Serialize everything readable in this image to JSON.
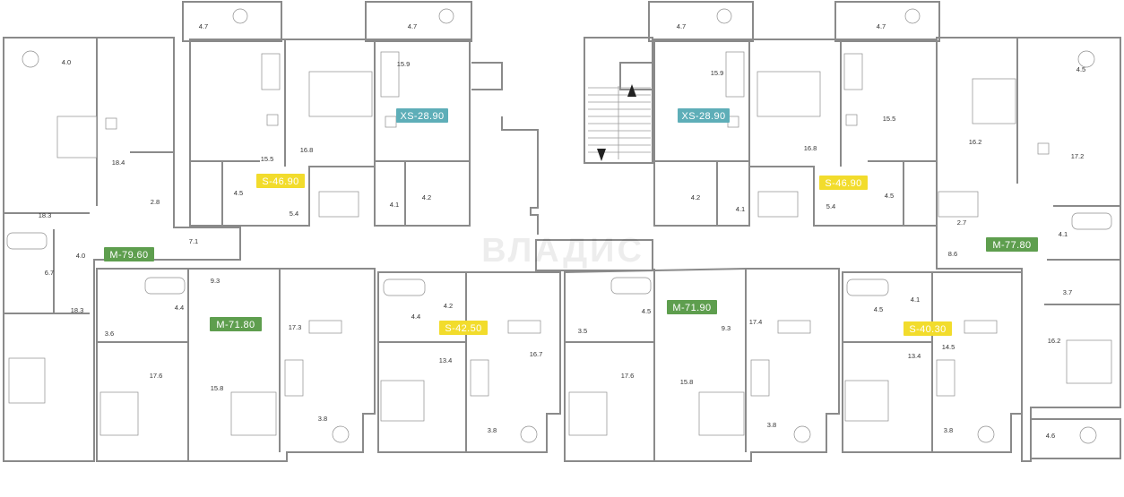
{
  "colors": {
    "green": "#e3ecdb",
    "yellow": "#fbf6d5",
    "blue": "#d9ebf1",
    "badge_green": "#5e9e4e",
    "badge_yellow": "#f2dc2c",
    "badge_blue": "#5eaeb8",
    "wall": "#8a8a8a"
  },
  "watermark": "ВЛАДИС",
  "apartments": [
    {
      "code": "M-79.60",
      "color": "green"
    },
    {
      "code": "S-46.90",
      "color": "yellow"
    },
    {
      "code": "XS-28.90",
      "color": "blue"
    },
    {
      "code": "XS-28.90",
      "color": "blue"
    },
    {
      "code": "S-46.90",
      "color": "yellow"
    },
    {
      "code": "M-77.80",
      "color": "green"
    },
    {
      "code": "M-71.80",
      "color": "green"
    },
    {
      "code": "S-42.50",
      "color": "yellow"
    },
    {
      "code": "M-71.90",
      "color": "green"
    },
    {
      "code": "S-40.30",
      "color": "yellow"
    }
  ],
  "room_areas": [
    "4.7",
    "4.7",
    "4.7",
    "4.7",
    "4.0",
    "18.4",
    "2.8",
    "18.3",
    "4.0",
    "6.7",
    "18.3",
    "7.1",
    "16.8",
    "15.5",
    "4.5",
    "5.4",
    "15.9",
    "4.1",
    "4.2",
    "15.9",
    "4.2",
    "4.1",
    "16.8",
    "15.5",
    "4.5",
    "5.4",
    "4.5",
    "16.2",
    "17.2",
    "2.7",
    "4.1",
    "8.6",
    "3.7",
    "16.2",
    "4.6",
    "4.4",
    "9.3",
    "3.6",
    "17.6",
    "15.8",
    "17.3",
    "3.8",
    "4.4",
    "4.2",
    "13.4",
    "16.7",
    "3.8",
    "3.5",
    "4.5",
    "9.3",
    "17.6",
    "15.8",
    "17.4",
    "3.8",
    "4.5",
    "4.1",
    "13.4",
    "14.5",
    "3.8"
  ]
}
